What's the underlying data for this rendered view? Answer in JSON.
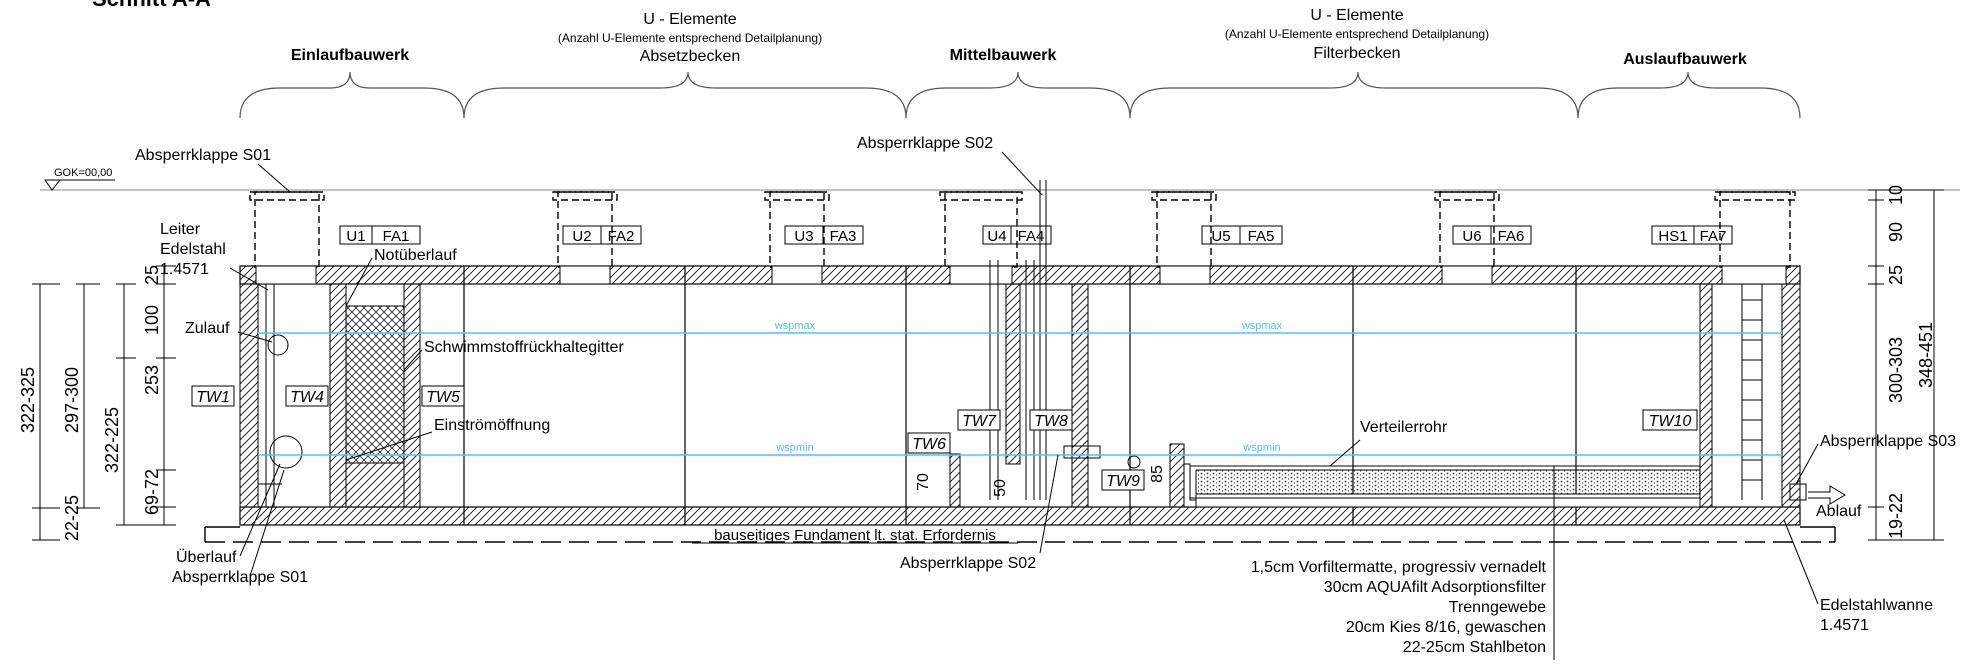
{
  "header_cut": "Schnitt A-A",
  "sections": {
    "inlet": "Einlaufbauwerk",
    "u_left": {
      "title": "U - Elemente",
      "note": "(Anzahl U-Elemente entsprechend Detailplanung)",
      "name": "Absetzbecken"
    },
    "middle": "Mittelbauwerk",
    "u_right": {
      "title": "U - Elemente",
      "note": "(Anzahl U-Elemente entsprechend Detailplanung)",
      "name": "Filterbecken"
    },
    "outlet": "Auslaufbauwerk"
  },
  "gok": "GOK=00,00",
  "shafts": [
    {
      "u": "U1",
      "fa": "FA1"
    },
    {
      "u": "U2",
      "fa": "FA2"
    },
    {
      "u": "U3",
      "fa": "FA3"
    },
    {
      "u": "U4",
      "fa": "FA4"
    },
    {
      "u": "U5",
      "fa": "FA5"
    },
    {
      "u": "U6",
      "fa": "FA6"
    },
    {
      "u": "HS1",
      "fa": "FA7"
    }
  ],
  "labels": {
    "absperrklappe_s01_top": "Absperrklappe S01",
    "absperrklappe_s02_top": "Absperrklappe S02",
    "leiter_1": "Leiter",
    "leiter_2": "Edelstahl",
    "leiter_3": "1.4571",
    "notueberlauf": "Notüberlauf",
    "zulauf": "Zulauf",
    "schwimmstoff": "Schwimmstoffrückhaltegitter",
    "einstroem": "Einströmöffnung",
    "ueberlauf": "Überlauf",
    "absperrklappe_s01_bottom": "Absperrklappe S01",
    "fundament": "bauseitiges Fundament lt. stat. Erfordernis",
    "absperrklappe_s02_bottom": "Absperrklappe S02",
    "verteilerrohr": "Verteilerrohr",
    "absperrklappe_s03": "Absperrklappe S03",
    "ablauf": "Ablauf",
    "edelstahlwanne_1": "Edelstahlwanne",
    "edelstahlwanne_2": "1.4571",
    "wspmax": "wspmax",
    "wspmin": "wspmin"
  },
  "walls": [
    "TW1",
    "TW4",
    "TW5",
    "TW6",
    "TW7",
    "TW8",
    "TW9",
    "TW10"
  ],
  "layers": [
    "1,5cm Vorfiltermatte, progressiv vernadelt",
    "30cm AQUAfilt Adsorptionsfilter",
    "Trenngewebe",
    "20cm Kies 8/16, gewaschen",
    "22-25cm Stahlbeton"
  ],
  "dims_left": {
    "a1": "322-325",
    "a2": "297-300",
    "a3": "322-225",
    "a4": "22-25",
    "b1": "25",
    "b2": "100",
    "b3": "253",
    "b4": "69-72"
  },
  "dims_right": {
    "r1": "10",
    "r2": "90",
    "r3": "25",
    "r4": "300-303",
    "r5": "348-451",
    "r6": "19-22"
  },
  "dims_inner": {
    "d70": "70",
    "d50": "50",
    "d85": "85"
  },
  "colors": {
    "water_line": "#4fc3f7",
    "line": "#000000"
  }
}
